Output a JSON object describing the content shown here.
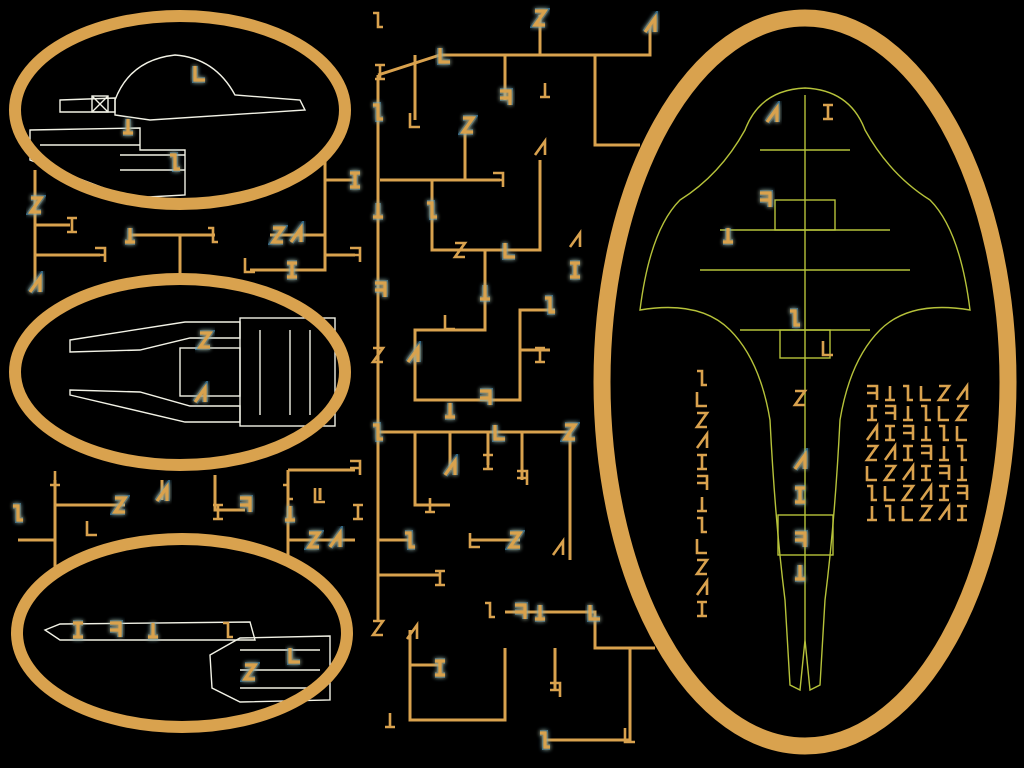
{
  "theme": {
    "background": "#000000",
    "frame_color": "#D9A24E",
    "line_color": "#D9A24E",
    "glyph_color": "#D9A24E",
    "glyph_glow_color": "#4FB4F0",
    "ship_outline_color": "#F2F2E6",
    "ship_detail_color": "#B6C23A"
  },
  "panels": [
    {
      "id": "ship-side-view",
      "icon": "starship-side-icon"
    },
    {
      "id": "ship-top-nacelles",
      "icon": "starship-nacelle-icon"
    },
    {
      "id": "ship-bottom-view",
      "icon": "starship-bottom-icon"
    },
    {
      "id": "ship-main-plan",
      "icon": "starship-plan-icon"
    }
  ]
}
